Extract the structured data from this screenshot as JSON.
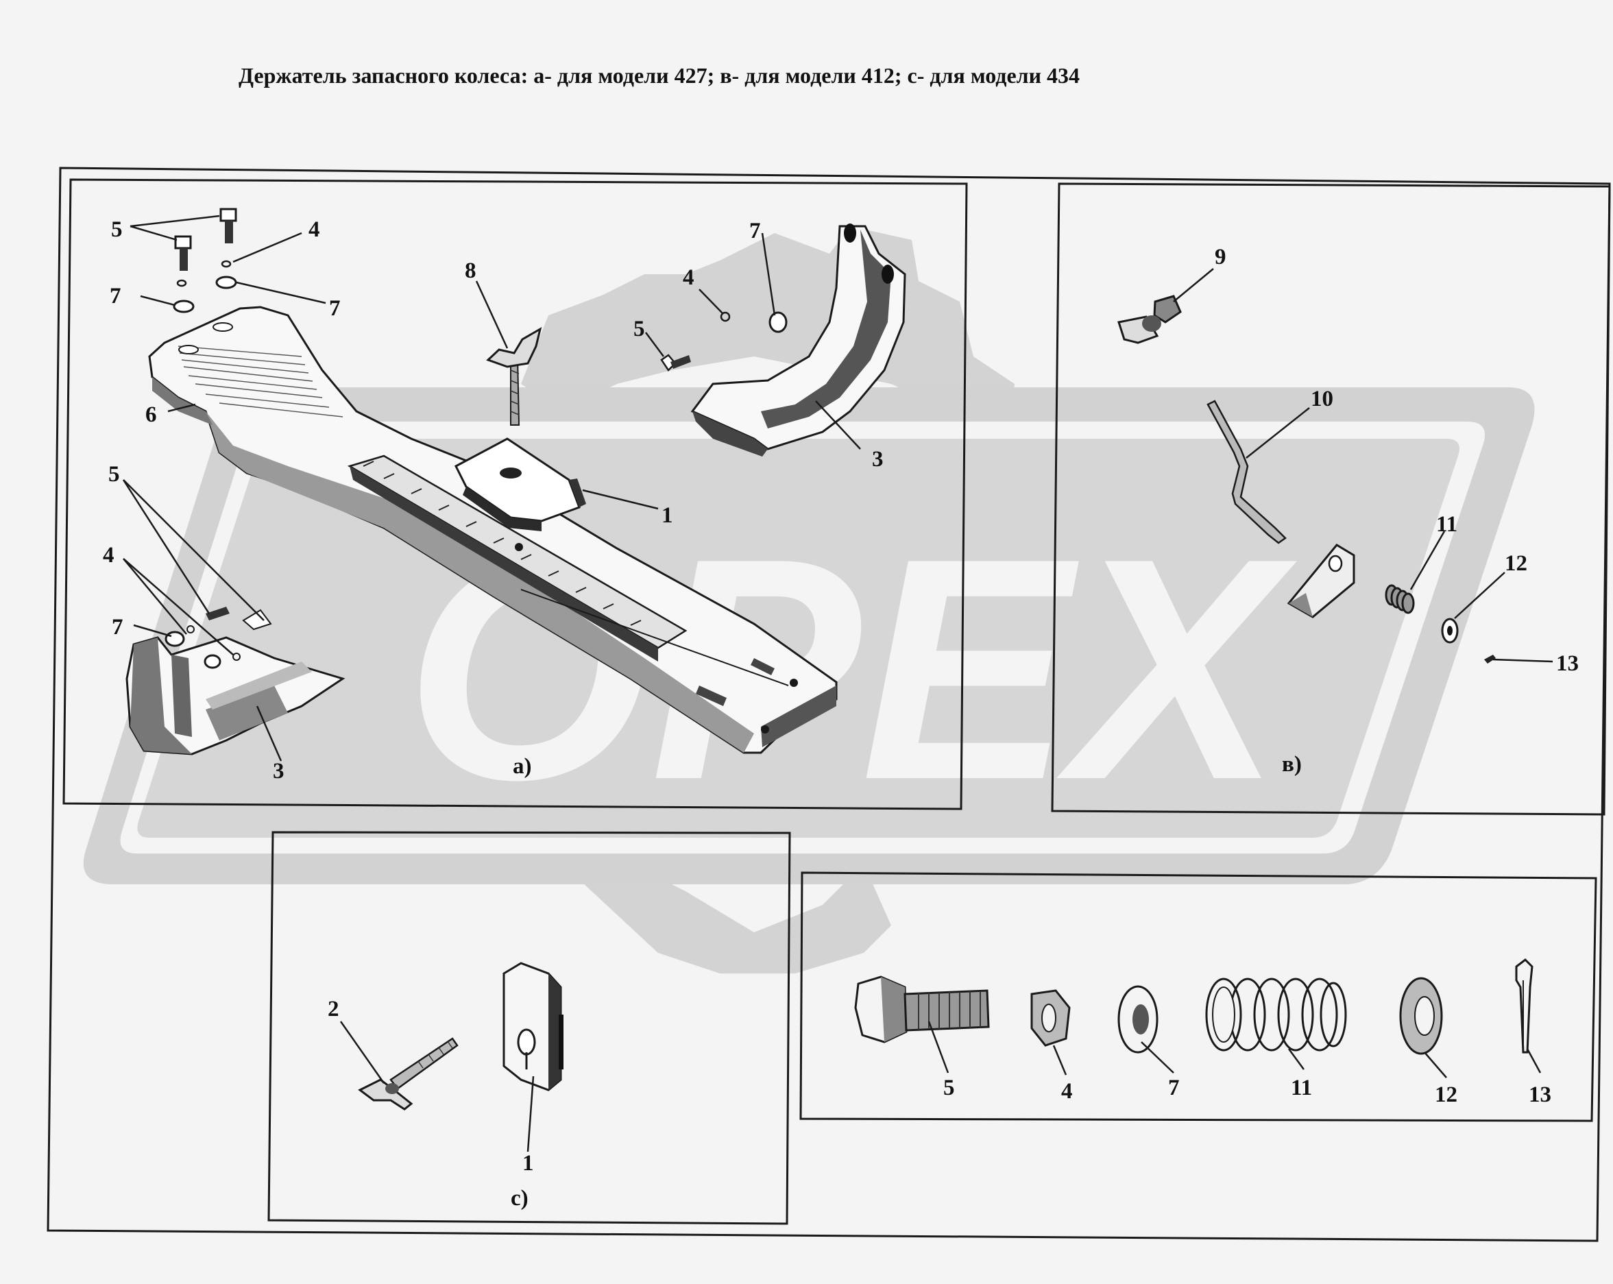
{
  "title": "Держатель запасного колеса: а- для модели 427; в- для модели 412; с- для  модели 434",
  "watermark": "OPEX",
  "panels": {
    "a": {
      "label": "а)"
    },
    "b": {
      "label": "в)"
    },
    "c": {
      "label": "с)"
    }
  },
  "callouts": {
    "a": [
      "5",
      "4",
      "7",
      "7",
      "8",
      "7",
      "4",
      "5",
      "6",
      "3",
      "1",
      "5",
      "4",
      "7",
      "3"
    ],
    "b": [
      "9",
      "10",
      "11",
      "12",
      "13"
    ],
    "c": [
      "2",
      "1"
    ],
    "parts": [
      "5",
      "4",
      "7",
      "11",
      "12",
      "13"
    ]
  },
  "colors": {
    "ink": "#1a1a1a",
    "watermark": "#cfcfcf",
    "paper": "#f4f4f4"
  }
}
